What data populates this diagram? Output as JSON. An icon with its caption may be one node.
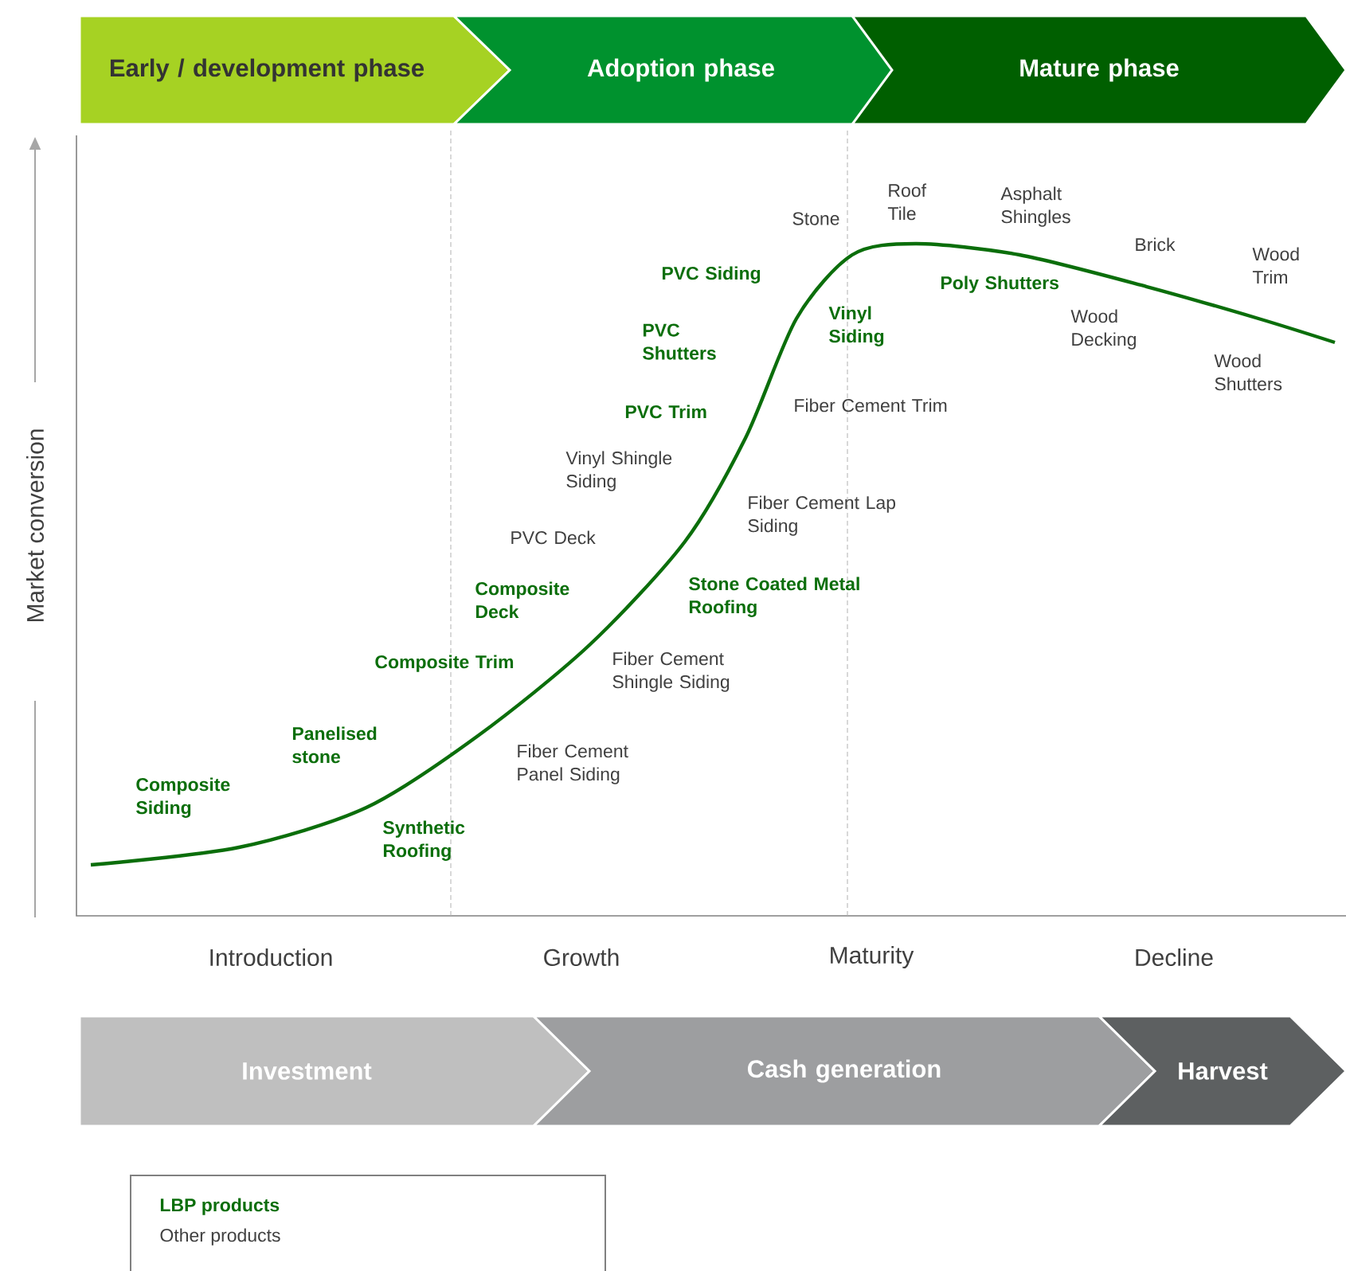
{
  "diagram": {
    "nodes": [
      {
        "text": [
          "Early / development phase"
        ]
      },
      {
        "text": [
          "Adoption phase"
        ]
      },
      {
        "text": [
          "Mature phase"
        ]
      },
      {
        "text": [
          "Investment"
        ]
      },
      {
        "text": [
          "Cash generation"
        ]
      },
      {
        "text": [
          "Harvest"
        ]
      }
    ],
    "labels": [
      "Market conversion",
      "Introduction",
      "Growth",
      "Maturity",
      "Decline",
      "Stone",
      "Roof Tile",
      "Asphalt Shingles",
      "Brick",
      "Wood Trim",
      "PVC Siding",
      "Vinyl Siding",
      "Poly Shutters",
      "Wood Decking",
      "Wood Shutters",
      "PVC Shutters",
      "Fiber Cement Trim",
      "PVC Trim",
      "Vinyl Shingle Siding",
      "Fiber Cement Lap Siding",
      "PVC Deck",
      "Composite Deck",
      "Stone Coated Metal Roofing",
      "Composite Trim",
      "Fiber Cement Shingle Siding",
      "Panelised stone",
      "Fiber Cement Panel Siding",
      "Composite Siding",
      "Synthetic Roofing"
    ],
    "legend": [
      {
        "text": "LBP products"
      },
      {
        "text": "Other products"
      }
    ]
  }
}
